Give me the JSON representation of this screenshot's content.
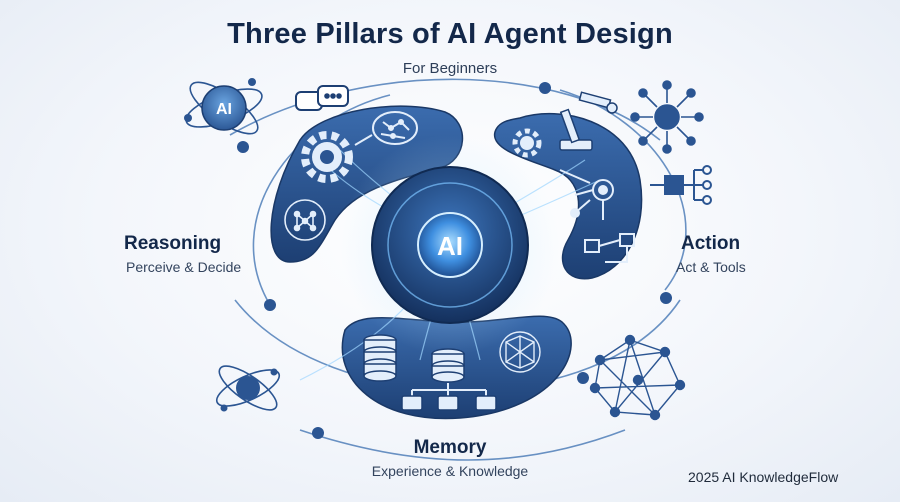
{
  "header": {
    "title": "Three Pillars of AI Agent Design",
    "subtitle": "For Beginners"
  },
  "pillars": {
    "reasoning": {
      "title": "Reasoning",
      "subtitle": "Perceive & Decide"
    },
    "action": {
      "title": "Action",
      "subtitle": "Act & Tools"
    },
    "memory": {
      "title": "Memory",
      "subtitle": "Experience & Knowledge"
    }
  },
  "hub": {
    "label": "AI"
  },
  "badge": {
    "label": "AI"
  },
  "footer": {
    "copyright": "2025 AI KnowledgeFlow"
  },
  "colors": {
    "navy": "#1d3f73",
    "panel": "#2b5592",
    "accent": "#5fb4ff",
    "text": "#13284a"
  }
}
